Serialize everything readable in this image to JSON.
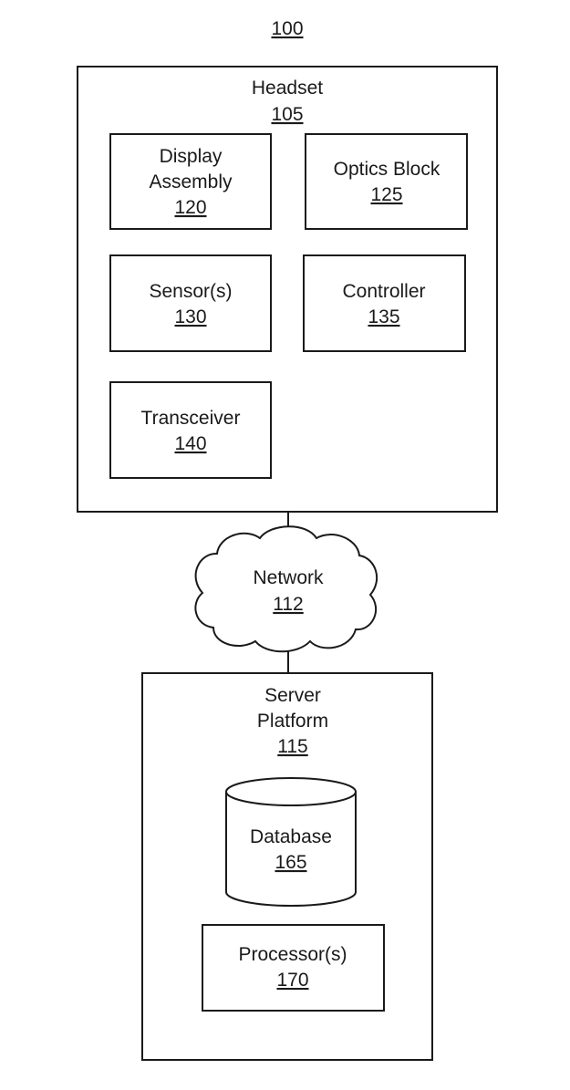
{
  "figure": {
    "ref": "100"
  },
  "headset": {
    "label": "Headset",
    "ref": "105",
    "components": [
      {
        "label_lines": [
          "Display",
          "Assembly"
        ],
        "ref": "120"
      },
      {
        "label_lines": [
          "Optics Block"
        ],
        "ref": "125"
      },
      {
        "label_lines": [
          "Sensor(s)"
        ],
        "ref": "130"
      },
      {
        "label_lines": [
          "Controller"
        ],
        "ref": "135"
      },
      {
        "label_lines": [
          "Transceiver"
        ],
        "ref": "140"
      }
    ]
  },
  "network": {
    "label": "Network",
    "ref": "112"
  },
  "server": {
    "label_lines": [
      "Server",
      "Platform"
    ],
    "ref": "115",
    "database": {
      "label": "Database",
      "ref": "165"
    },
    "processor": {
      "label": "Processor(s)",
      "ref": "170"
    }
  }
}
